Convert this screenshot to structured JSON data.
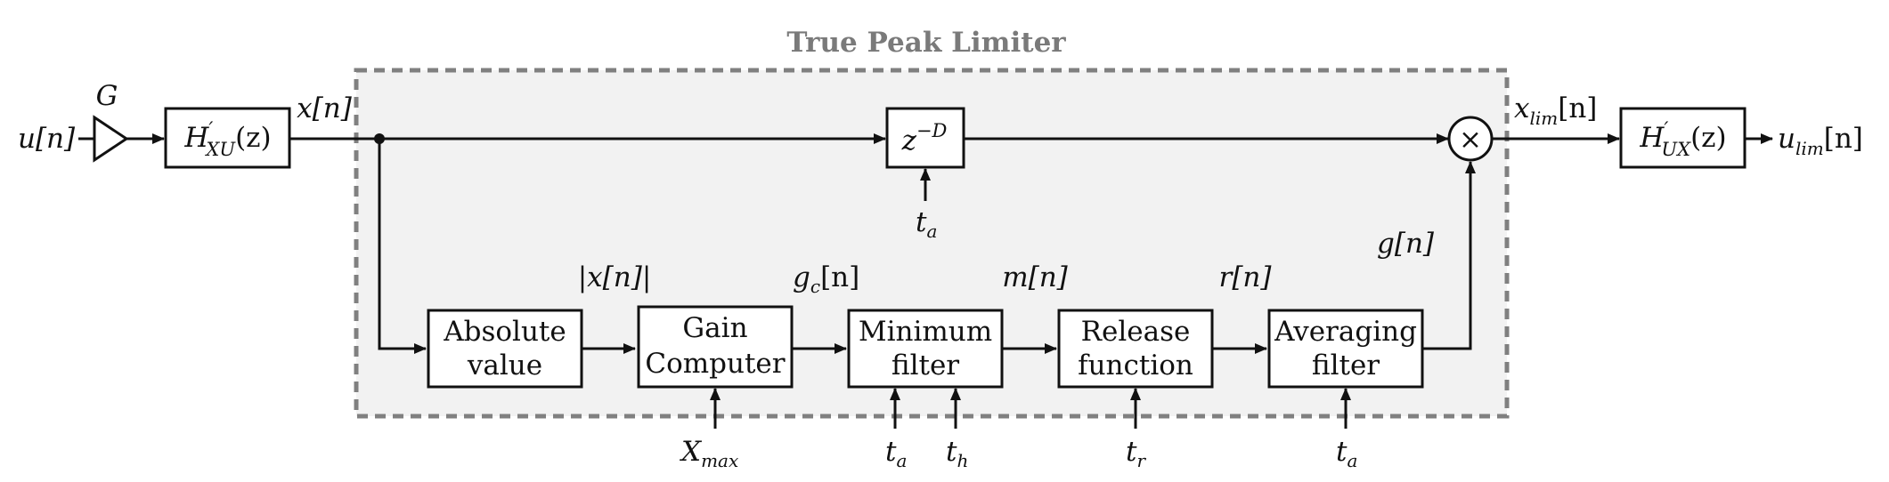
{
  "diagram": {
    "title": "True Peak Limiter",
    "signals": {
      "input": "u[n]",
      "gain": "G",
      "x": "x[n]",
      "abs_x": "|x[n]|",
      "gc": "g",
      "gc_sub": "c",
      "gc_tail": "[n]",
      "m": "m[n]",
      "r": "r[n]",
      "g": "g[n]",
      "xlim": "x",
      "xlim_sub": "lim",
      "xlim_tail": "[n]",
      "ulim": "u",
      "ulim_sub": "lim",
      "ulim_tail": "[n]"
    },
    "blocks": {
      "hxu_main": "H",
      "hxu_prime": "′",
      "hxu_sub": "XU",
      "hxu_tail": "(z)",
      "hux_main": "H",
      "hux_prime": "′",
      "hux_sub": "UX",
      "hux_tail": "(z)",
      "delay_base": "z",
      "delay_exp": "−D",
      "abs_line1": "Absolute",
      "abs_line2": "value",
      "gain_line1": "Gain",
      "gain_line2": "Computer",
      "min_line1": "Minimum",
      "min_line2": "filter",
      "rel_line1": "Release",
      "rel_line2": "function",
      "avg_line1": "Averaging",
      "avg_line2": "filter",
      "multiplier": "×"
    },
    "params": {
      "ta": "t",
      "ta_sub": "a",
      "th_sub": "h",
      "tr_sub": "r",
      "xmax": "X",
      "xmax_sub": "max"
    },
    "colors": {
      "line": "#111111",
      "dashed_border": "#808080",
      "region_fill": "#f2f2f2",
      "title": "#7a7a7a"
    }
  }
}
